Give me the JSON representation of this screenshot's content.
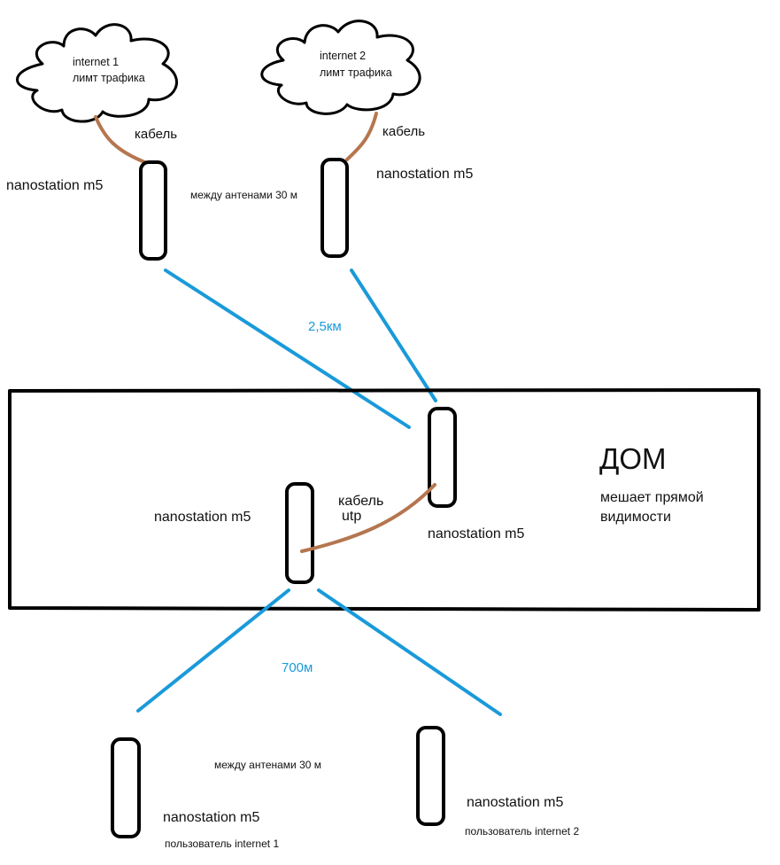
{
  "colors": {
    "stroke": "#000000",
    "link": "#1a9ad9",
    "cable": "#b5764f",
    "background": "#ffffff"
  },
  "clouds": [
    {
      "line1": "internet 1",
      "line2": "лимт трафика"
    },
    {
      "line1": "internet  2",
      "line2": "лимт трафика"
    }
  ],
  "labels": {
    "cable_1": "кабель",
    "cable_2": "кабель",
    "ns_top_left": "nanostation m5",
    "ns_top_right": "nanostation m5",
    "distance_top": "между антенами 30 м",
    "link_top": "2,5км",
    "house_title": "ДОМ",
    "house_note_1": "мешает прямой",
    "house_note_2": "видимости",
    "cable_utp_1": "кабель",
    "cable_utp_2": "utp",
    "ns_house_left": "nanostation m5",
    "ns_house_right": "nanostation m5",
    "link_bottom": "700м",
    "distance_bottom": "между антенами 30 м",
    "ns_bottom_left": "nanostation m5",
    "ns_bottom_right": "nanostation m5",
    "user_1": "пользователь internet 1",
    "user_2": "пользователь internet  2"
  }
}
